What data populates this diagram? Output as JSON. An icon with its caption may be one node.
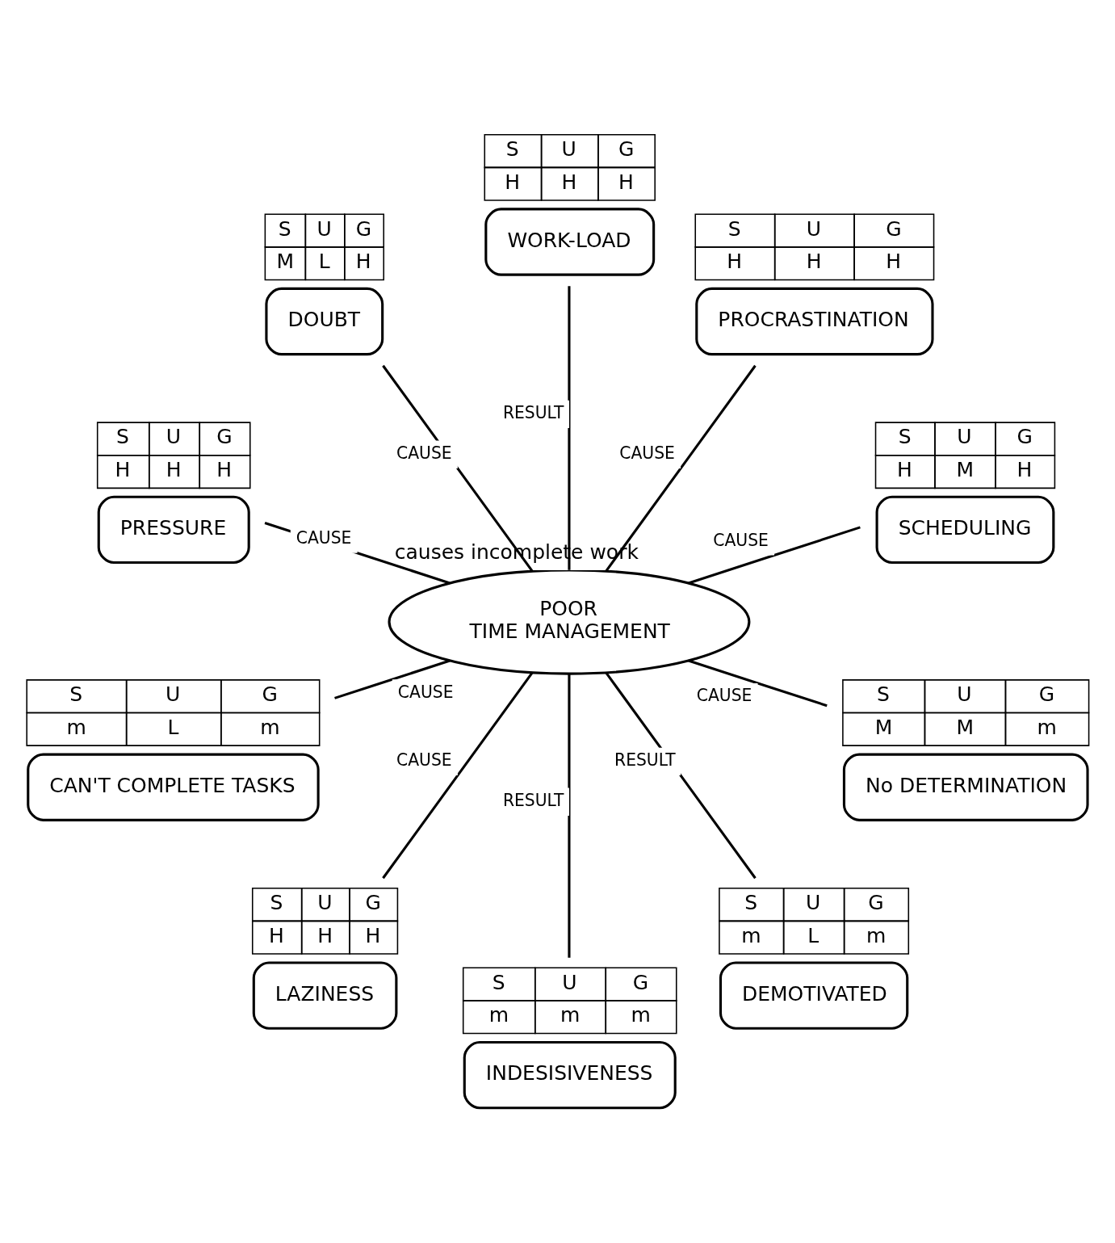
{
  "diagram": {
    "nodes": [
      {
        "text": [
          "POOR",
          "TIME MANAGEMENT"
        ],
        "beside": [
          "causes incomplete work"
        ]
      },
      {
        "text": [
          "S",
          "U",
          "G",
          "H",
          "M",
          "H",
          "SCHEDULING"
        ]
      },
      {
        "text": [
          "S",
          "U",
          "G",
          "H",
          "H",
          "H",
          "PROCRASTINATION"
        ]
      },
      {
        "text": [
          "S",
          "U",
          "G",
          "H",
          "H",
          "H",
          "WORK-LOAD"
        ]
      },
      {
        "text": [
          "S",
          "U",
          "G",
          "M",
          "L",
          "H",
          "DOUBT"
        ]
      },
      {
        "text": [
          "S",
          "U",
          "G",
          "H",
          "H",
          "H",
          "PRESSURE"
        ]
      },
      {
        "text": [
          "S",
          "U",
          "G",
          "m",
          "L",
          "m",
          "CAN'T COMPLETE TASKS"
        ]
      },
      {
        "text": [
          "S",
          "U",
          "G",
          "H",
          "H",
          "H",
          "LAZINESS"
        ]
      },
      {
        "text": [
          "S",
          "U",
          "G",
          "m",
          "m",
          "m",
          "INDESISIVENESS"
        ]
      },
      {
        "text": [
          "S",
          "U",
          "G",
          "m",
          "L",
          "m",
          "DEMOTIVATED"
        ]
      },
      {
        "text": [
          "S",
          "U",
          "G",
          "M",
          "M",
          "m",
          "No DETERMINATION"
        ]
      }
    ],
    "edges": [
      {
        "from": 0,
        "to": 1,
        "arrow": "none",
        "label": "CAUSE"
      },
      {
        "from": 0,
        "to": 2,
        "arrow": "none",
        "label": "CAUSE"
      },
      {
        "from": 0,
        "to": 3,
        "arrow": "none",
        "label": "RESULT"
      },
      {
        "from": 0,
        "to": 4,
        "arrow": "none",
        "label": "CAUSE"
      },
      {
        "from": 0,
        "to": 5,
        "arrow": "none",
        "label": "CAUSE"
      },
      {
        "from": 0,
        "to": 6,
        "arrow": "none",
        "label": "CAUSE"
      },
      {
        "from": 0,
        "to": 7,
        "arrow": "none",
        "label": "CAUSE"
      },
      {
        "from": 0,
        "to": 8,
        "arrow": "none",
        "label": "RESULT"
      },
      {
        "from": 0,
        "to": 9,
        "arrow": "none",
        "label": "RESULT"
      },
      {
        "from": 0,
        "to": 10,
        "arrow": "none",
        "label": "CAUSE"
      }
    ]
  }
}
